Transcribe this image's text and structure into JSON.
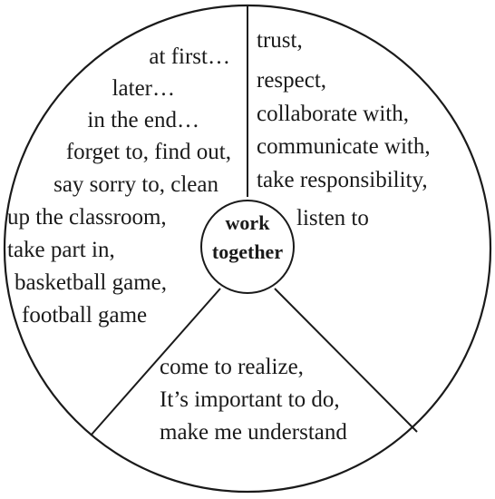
{
  "center": {
    "line1": "work",
    "line2": "together"
  },
  "sections": {
    "left": [
      "at first…",
      "later…",
      "in the end…",
      "forget to, find out,",
      "say sorry to, clean",
      "up the classroom,",
      "take part in,",
      "basketball game,",
      "football game"
    ],
    "right": [
      "trust,",
      "respect,",
      "collaborate with,",
      "communicate with,",
      "take responsibility,",
      "listen to"
    ],
    "bottom": [
      "come to realize,",
      "It’s important to do,",
      "make me understand"
    ]
  }
}
